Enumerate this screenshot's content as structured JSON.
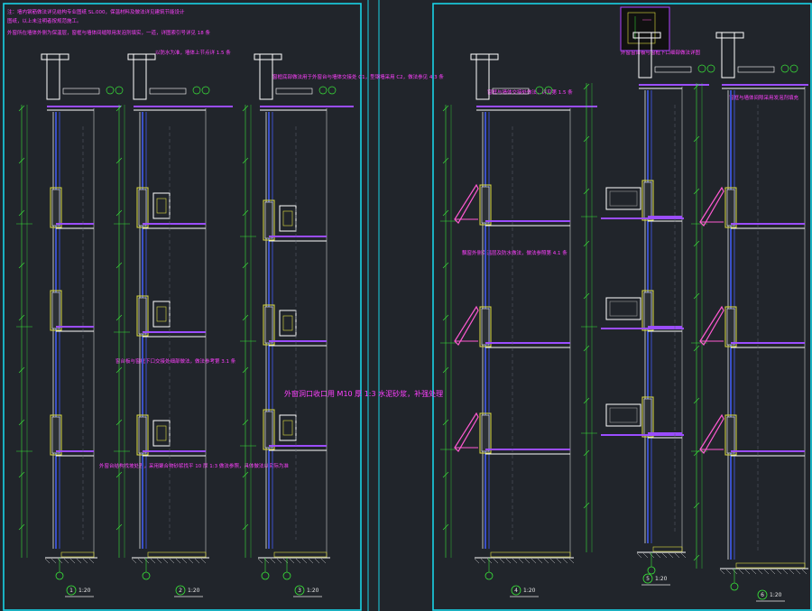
{
  "drawing": {
    "colors": {
      "background": "#21252b",
      "frame": "#19d3e6",
      "note": "#ff40ff",
      "dimension": "#39e639",
      "wall": "#ffffff",
      "glazing": "#3a50c8",
      "slab_finish": "#9b4dff",
      "insulation": "#e0e040",
      "bracket": "#ff5ad2",
      "callout_circle": "#39e639",
      "label": "#e8e8e8"
    },
    "sheet_left": {
      "notes": [
        "注：墙内钢筋做法详见结构专业图纸 SL.000，保温材料及做法详见建筑节能设计",
        "图纸，以上未注明者按规范施工。",
        "外窗所在墙体外侧为保温层，窗框与墙体间缝隙用发泡剂填实，一道，详图索引号详见 18 条"
      ],
      "callout_notes": [
        "以防水为准，墙体上节点详 1.5 条",
        "窗框底部做法用于外窗台与墙体交接处 C1，型钢墙采用 C2，做法参见 4.3 条"
      ],
      "mid_note": "窗台板与窗框下口交接处细部做法，做法参考第 3.1 条",
      "big_note": "外窗洞口收口用 M10 厚 1:3 水泥砂浆，补强处理",
      "bottom_note": "外窗台结构找坡处理，采用聚合物砂浆找平 10 厚 1:3 做法参照，具体做法以实际为准",
      "details": [
        {
          "index": "1",
          "scale": "1:20"
        },
        {
          "index": "2",
          "scale": "1:20"
        },
        {
          "index": "3",
          "scale": "1:20"
        }
      ]
    },
    "sheet_right": {
      "callout_notes": [
        "外窗窗台板与窗框下口细部做法详图",
        "窗框与墙体交接处做法，详见第 1.5 条",
        "窗框与墙体间隙采用发泡剂填充"
      ],
      "mid_note": "飘窗外侧保温层及防水做法，做法参照第 4.1 条",
      "details": [
        {
          "index": "4",
          "scale": "1:20"
        },
        {
          "index": "5",
          "scale": "1:20"
        },
        {
          "index": "6",
          "scale": "1:20"
        }
      ]
    }
  }
}
